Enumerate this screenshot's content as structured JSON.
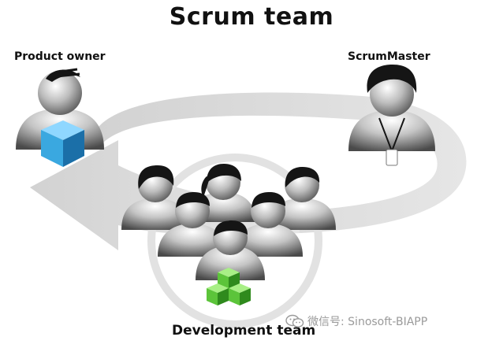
{
  "title": "Scrum team",
  "roles": {
    "product_owner": "Product owner",
    "scrum_master": "ScrumMaster",
    "development_team": "Development team"
  },
  "watermark": {
    "icon": "wechat-icon",
    "text": "微信号: Sinosoft-BIAPP"
  },
  "colors": {
    "cycle_arrow": "#dcdcdc",
    "cube_blue": "#3aa8e0",
    "cubes_green": "#5cc43a",
    "figure_gray": "#8a8a8a",
    "hair": "#151515"
  }
}
